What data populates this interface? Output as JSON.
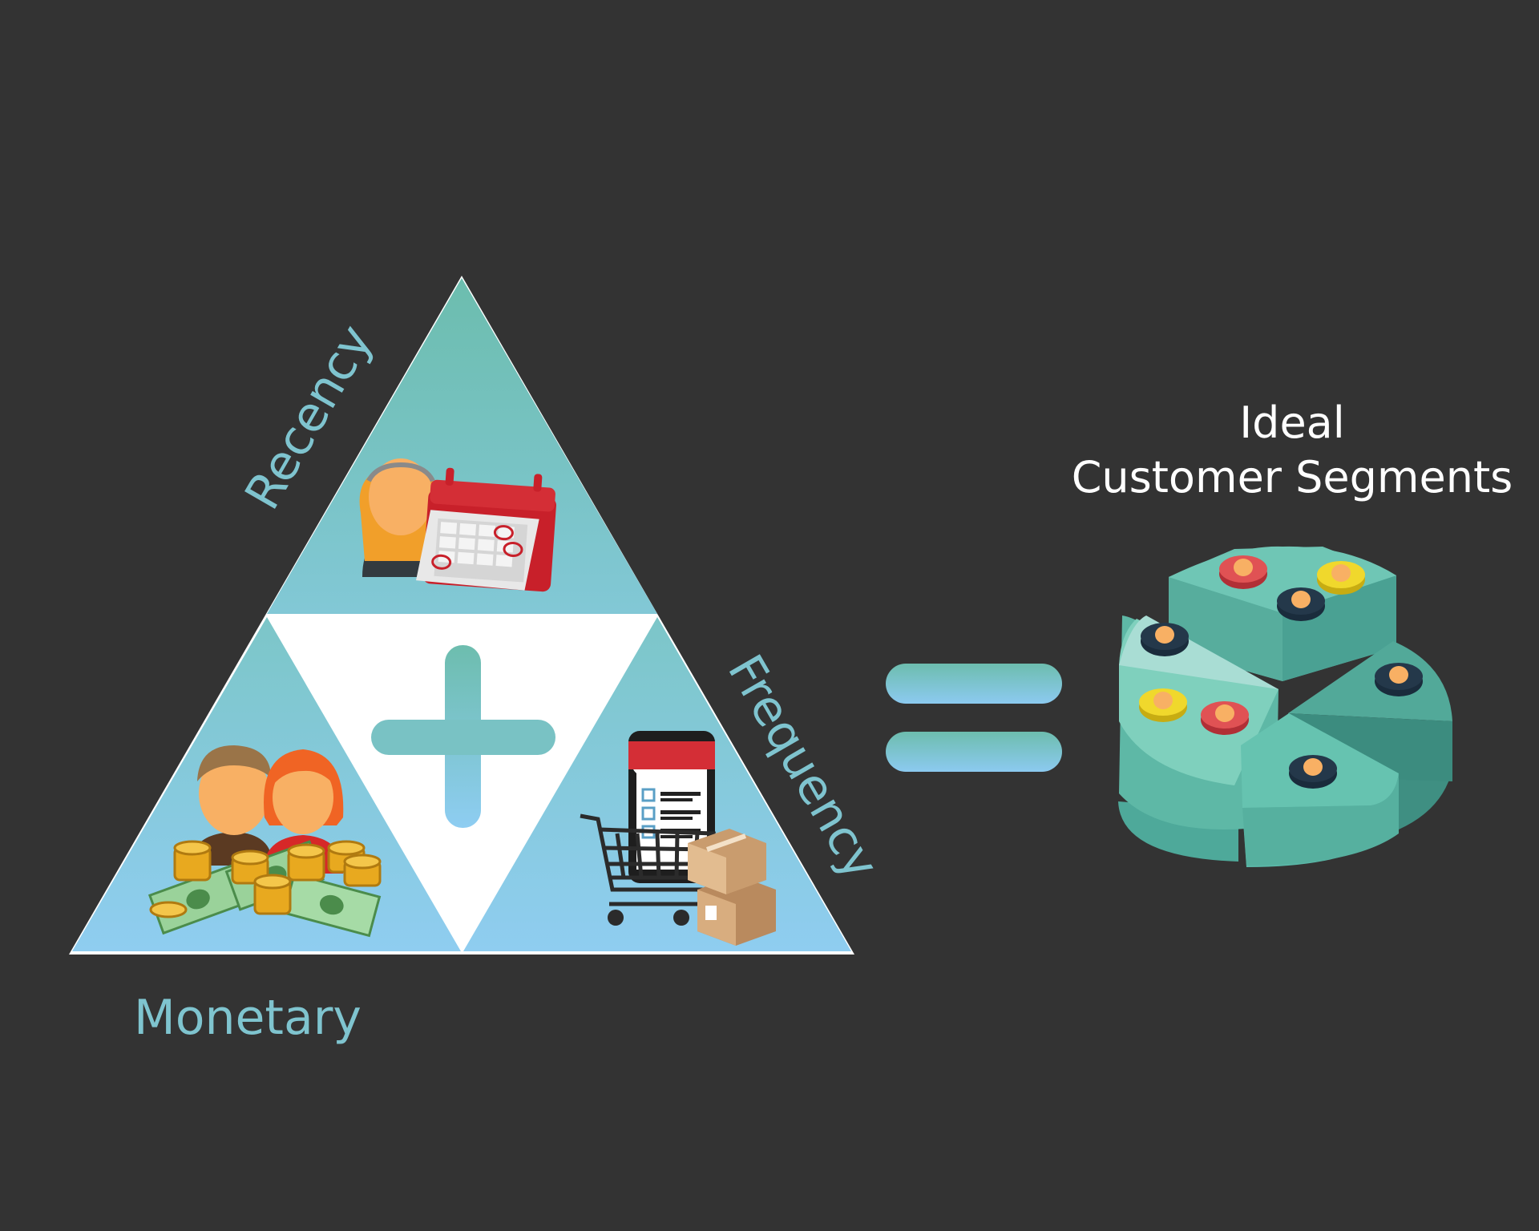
{
  "diagram": {
    "labels": {
      "recency": "Recency",
      "frequency": "Frequency",
      "monetary": "Monetary"
    },
    "result_title": {
      "line1": "Ideal",
      "line2": "Customer Segments"
    },
    "operators": [
      "plus-icon",
      "equals-icon"
    ],
    "icons": {
      "recency": "person-calendar-icon",
      "monetary": "couple-money-icon",
      "frequency": "shop-cart-boxes-icon",
      "result": "segmented-pie-avatars-icon"
    },
    "colors": {
      "background": "#333333",
      "teal": "#6fc0b6",
      "sky": "#8ccaec",
      "label": "#7fc4cf",
      "title": "#ffffff"
    }
  }
}
